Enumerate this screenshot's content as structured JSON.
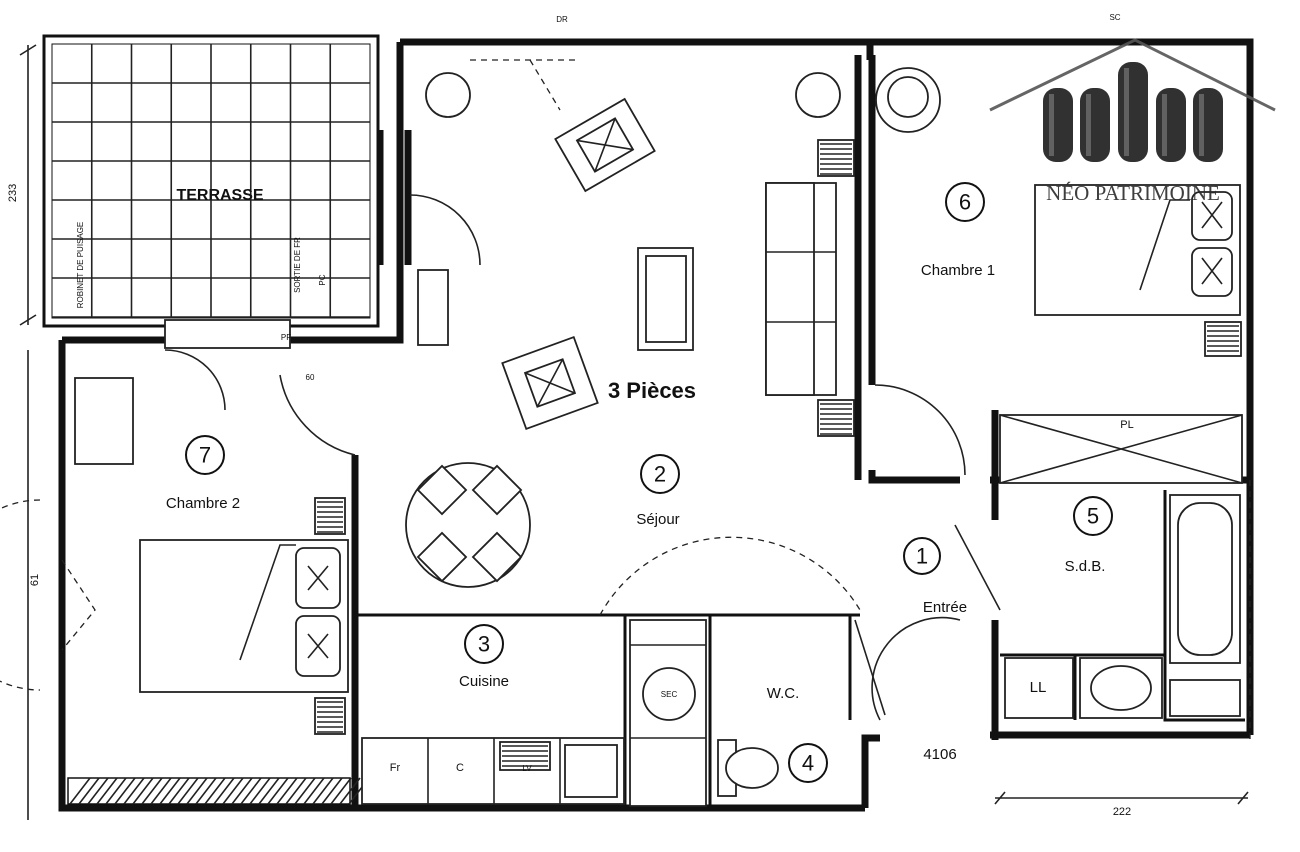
{
  "plan_title": "3 Pièces",
  "logo": {
    "name": "NÉO PATRIMOINE"
  },
  "rooms": [
    {
      "number": "1",
      "name": "Entrée"
    },
    {
      "number": "2",
      "name": "Séjour"
    },
    {
      "number": "3",
      "name": "Cuisine"
    },
    {
      "number": "4",
      "name": "W.C."
    },
    {
      "number": "5",
      "name": "S.d.B."
    },
    {
      "number": "6",
      "name": "Chambre 1"
    },
    {
      "number": "7",
      "name": "Chambre 2"
    }
  ],
  "terrace": {
    "name": "TERRASSE"
  },
  "labels": {
    "ref": "4106",
    "dim_width": "222",
    "dim_height": "233",
    "dim_side": "61",
    "placard": "PL",
    "lave_linge": "LL",
    "seche": "SEC",
    "frigo": "Fr",
    "cuisson": "C",
    "lave_vaisselle": "LV",
    "porte_fenetre": "PF",
    "sortie": "SORTIE DE FR",
    "robinet": "ROBINET DE PUISAGE",
    "pc": "PC",
    "door_top": "DR",
    "door_top_right": "SC",
    "code_60": "60"
  }
}
